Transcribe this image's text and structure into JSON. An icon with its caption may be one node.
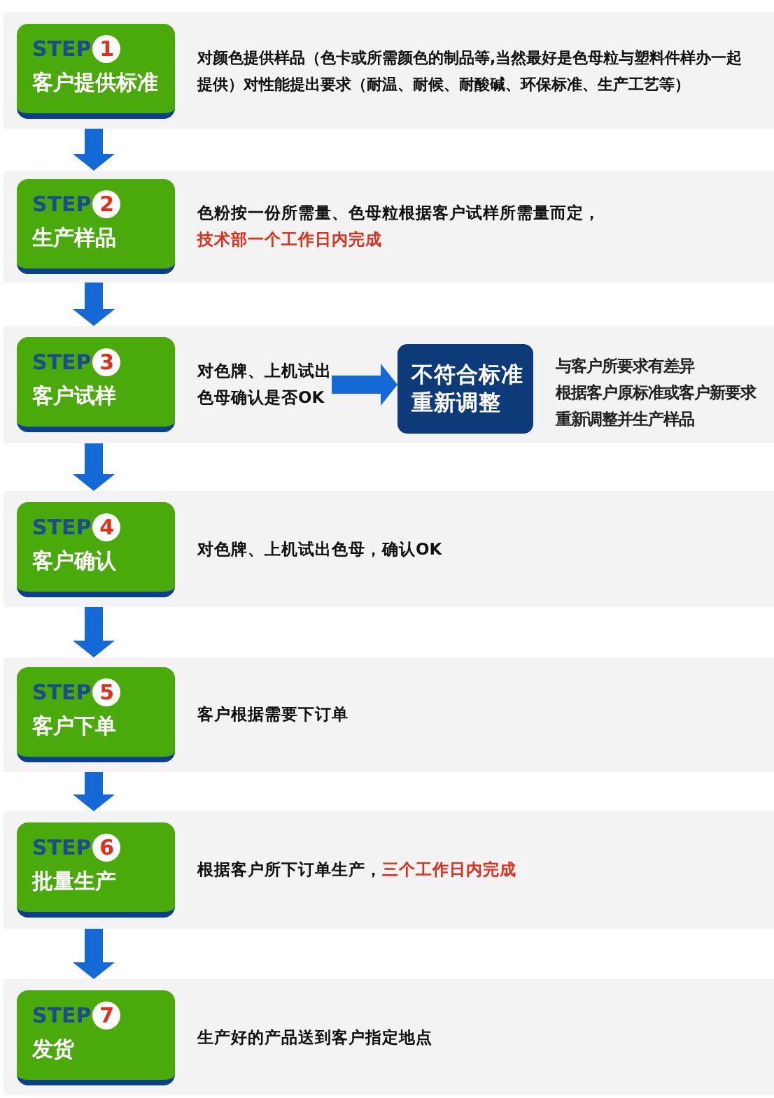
{
  "diagram": {
    "nodes": [
      {
        "text": [
          "对颜色提供样品（色卡或所需颜色的制品等,当然最好是色母粒与塑料件样办一起提供）对性能提出要求（耐温、耐候、耐酸碱、环保标准、生产工艺等）"
        ]
      },
      {
        "text": [
          "STEP",
          "1",
          "客户提供标准"
        ],
        "in": 0
      },
      {
        "text": [
          "色粉按一份所需量、色母粒根据客户试样所需量而定，",
          "技术部一个工作日内完成"
        ]
      },
      {
        "text": [
          "STEP",
          "2",
          "生产样品"
        ],
        "in": 2
      },
      {
        "text": [],
        "shape": "box"
      },
      {
        "text": [
          "STEP",
          "3",
          "客户试样"
        ],
        "in": 4
      },
      {
        "text": [
          "对色牌、上机试出色母确认是否OK"
        ],
        "in": 4
      },
      {
        "text": [
          "不符合标准重新调整"
        ],
        "in": 4,
        "beside": [
          "与客户所要求有差异",
          "根据客户原标准或客户新要求",
          "重新调整并生产样品"
        ]
      },
      {
        "text": [
          "对色牌、上机试出色母，确认OK"
        ]
      },
      {
        "text": [
          "STEP",
          "4",
          "客户确认"
        ],
        "in": 8
      },
      {
        "text": [
          "客户根据需要下订单"
        ]
      },
      {
        "text": [
          "STEP",
          "5",
          "客户下单"
        ],
        "in": 10
      },
      {
        "text": [
          "根据客户所下订单生产，",
          "三个工作日内完成"
        ]
      },
      {
        "text": [
          "STEP",
          "6",
          "批量生产"
        ],
        "in": 12
      },
      {
        "text": [
          "生产好的产品送到客户指定地点"
        ]
      },
      {
        "text": [
          "STEP",
          "7",
          "发货"
        ],
        "in": 14
      }
    ],
    "edges": [
      {
        "from": 0,
        "to": 2,
        "arrow": "to"
      },
      {
        "from": 2,
        "to": 4,
        "arrow": "to"
      },
      {
        "from": 6,
        "to": 7,
        "arrow": "to"
      },
      {
        "from": 4,
        "to": 8,
        "arrow": "to"
      },
      {
        "from": 8,
        "to": 10,
        "arrow": "to"
      },
      {
        "from": 10,
        "to": 12,
        "arrow": "to"
      },
      {
        "from": 12,
        "to": 14,
        "arrow": "to"
      }
    ]
  }
}
